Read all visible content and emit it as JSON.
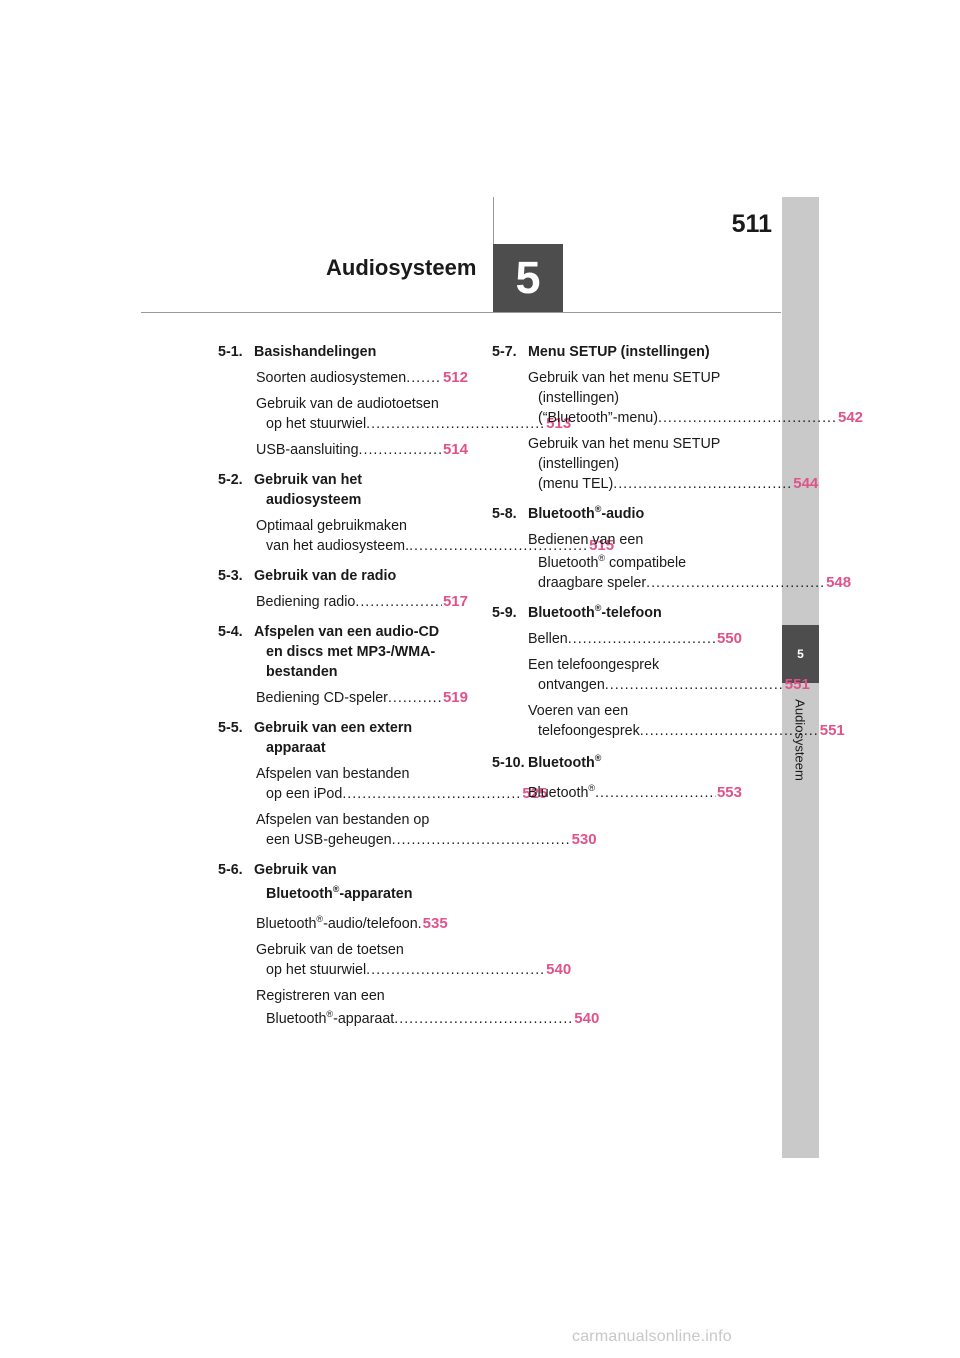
{
  "header": {
    "page_number": "511",
    "chapter_title": "Audiosysteem",
    "chapter_number": "5"
  },
  "sidebar": {
    "chapter_number": "5",
    "label": "Audiosysteem"
  },
  "toc": {
    "s51": {
      "num": "5-1.",
      "title": "Basishandelingen",
      "e1": {
        "l1": "Soorten audiosystemen",
        "page": "512"
      },
      "e2": {
        "l1": "Gebruik van de audiotoetsen",
        "l2": "op het stuurwiel",
        "page": "513"
      },
      "e3": {
        "l1": "USB-aansluiting",
        "page": "514"
      }
    },
    "s52": {
      "num": "5-2.",
      "t1": "Gebruik van het",
      "t2": "audiosysteem",
      "e1": {
        "l1": "Optimaal gebruikmaken",
        "l2": "van het audiosysteem.",
        "page": "515"
      }
    },
    "s53": {
      "num": "5-3.",
      "title": "Gebruik van de radio",
      "e1": {
        "l1": "Bediening radio",
        "page": "517"
      }
    },
    "s54": {
      "num": "5-4.",
      "t1": "Afspelen van een audio-CD",
      "t2": "en discs met MP3-/WMA-",
      "t3": "bestanden",
      "e1": {
        "l1": "Bediening CD-speler",
        "page": "519"
      }
    },
    "s55": {
      "num": "5-5.",
      "t1": "Gebruik van een extern",
      "t2": "apparaat",
      "e1": {
        "l1": "Afspelen van bestanden",
        "l2": "op een iPod",
        "page": "525"
      },
      "e2": {
        "l1": "Afspelen van bestanden op",
        "l2": "een USB-geheugen",
        "page": "530"
      }
    },
    "s56": {
      "num": "5-6.",
      "t1": "Gebruik van",
      "t2a": "Bluetooth",
      "t2b": "-apparaten",
      "e1": {
        "a": "Bluetooth",
        "b": "-audio/telefoon.",
        "page": "535"
      },
      "e2": {
        "l1": "Gebruik van de toetsen",
        "l2": "op het stuurwiel",
        "page": "540"
      },
      "e3": {
        "l1": "Registreren van een",
        "a": "Bluetooth",
        "b": "-apparaat",
        "page": "540"
      }
    },
    "s57": {
      "num": "5-7.",
      "title": "Menu SETUP (instellingen)",
      "e1": {
        "l1": "Gebruik van het menu SETUP",
        "l2": "(instellingen)",
        "l3": "(“Bluetooth”-menu)",
        "page": "542"
      },
      "e2": {
        "l1": "Gebruik van het menu SETUP",
        "l2": "(instellingen)",
        "l3": "(menu TEL)",
        "page": "544"
      }
    },
    "s58": {
      "num": "5-8.",
      "ta": "Bluetooth",
      "tb": "-audio",
      "e1": {
        "l1": "Bedienen van een",
        "a": "Bluetooth",
        "b": " compatibele",
        "l3": "draagbare speler",
        "page": "548"
      }
    },
    "s59": {
      "num": "5-9.",
      "ta": "Bluetooth",
      "tb": "-telefoon",
      "e1": {
        "l1": "Bellen",
        "page": "550"
      },
      "e2": {
        "l1": "Een telefoongesprek",
        "l2": "ontvangen",
        "page": "551"
      },
      "e3": {
        "l1": "Voeren van een",
        "l2": "telefoongesprek",
        "page": "551"
      }
    },
    "s510": {
      "num": "5-10.",
      "ta": "Bluetooth",
      "e1": {
        "a": "Bluetooth",
        "page": "553"
      }
    },
    "reg": "®"
  },
  "watermark": "carmanualsonline.info",
  "colors": {
    "page_ref": "#e0528a",
    "tab_dark": "#4d4d4d",
    "tab_light": "#c9c9c9"
  }
}
